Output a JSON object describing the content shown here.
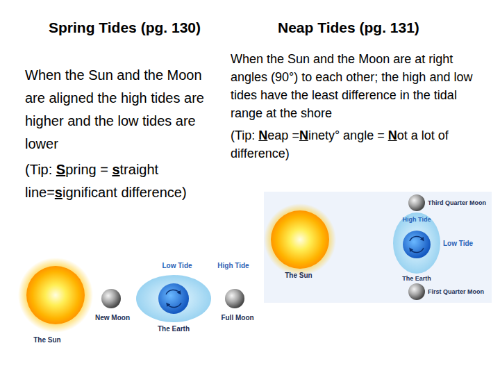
{
  "diagram": {
    "labels": [
      "Spring Tides (pg. 130)",
      "Neap Tides (pg. 131)",
      "When the Sun and the Moon are aligned the high tides are higher and the low tides are lower",
      "(Tip: Spring = straight line=significant difference)",
      "When the Sun and the Moon are at right angles (90°) to each other; the high and low tides have the least difference in the tidal range at the shore",
      "(Tip: Neap =Ninety° angle = Not a lot of difference)",
      "Low Tide",
      "High Tide",
      "New Moon",
      "The Earth",
      "Full Moon",
      "The Sun",
      "Third Quarter Moon",
      "High Tide",
      "Low Tide",
      "The Sun",
      "The Earth",
      "First Quarter Moon"
    ]
  }
}
